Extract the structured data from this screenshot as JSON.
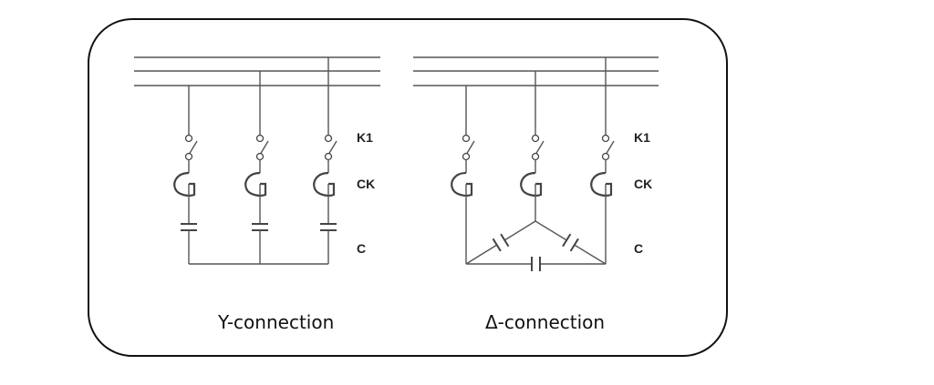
{
  "diagram": {
    "left": {
      "caption": "Y-connection",
      "labels": {
        "switch": "K1",
        "reactor": "CK",
        "capacitor": "C"
      }
    },
    "right": {
      "caption": "Δ-connection",
      "labels": {
        "switch": "K1",
        "reactor": "CK",
        "capacitor": "C"
      }
    }
  }
}
